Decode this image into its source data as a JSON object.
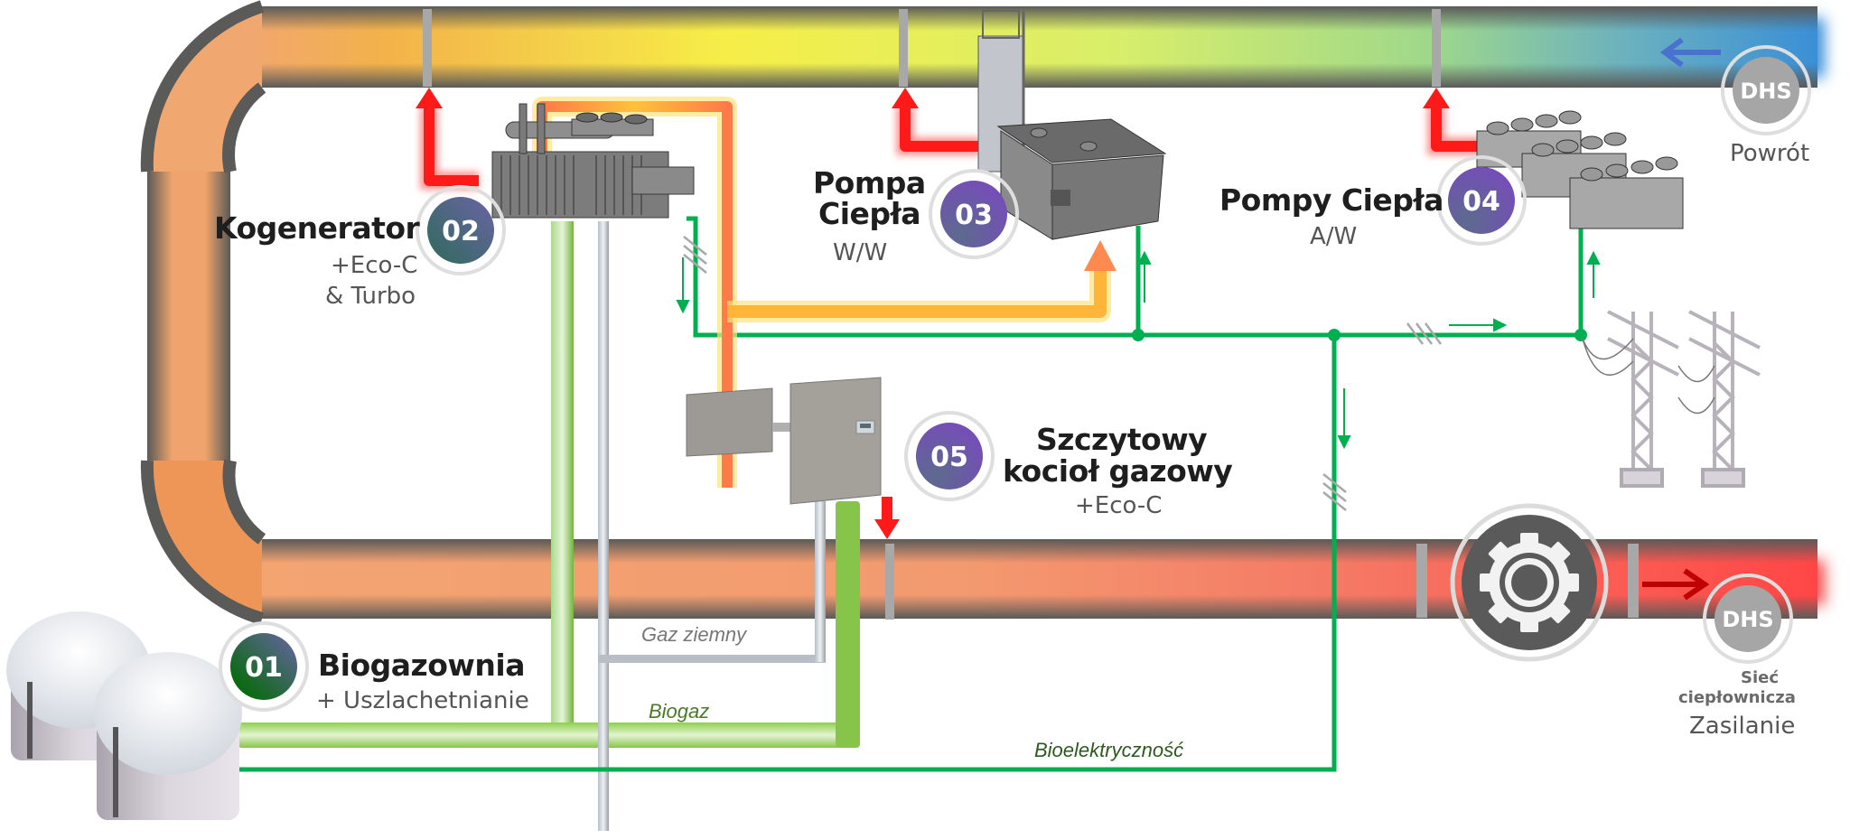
{
  "nodes": [
    {
      "id": "01",
      "title": "Biogazownia",
      "subtitle": "+ Uszlachetnianie"
    },
    {
      "id": "02",
      "title": "Kogenerator",
      "subtitle_line1": "+Eco-C",
      "subtitle_line2": "& Turbo"
    },
    {
      "id": "03",
      "title_line1": "Pompa",
      "title_line2": "Ciepła",
      "subtitle": "W/W"
    },
    {
      "id": "04",
      "title": "Pompy Ciepła",
      "subtitle": "A/W"
    },
    {
      "id": "05",
      "title_line1": "Szczytowy",
      "title_line2": "kocioł gazowy",
      "subtitle": "+Eco-C"
    }
  ],
  "dhs_return": {
    "badge": "DHS",
    "label": "Powrót"
  },
  "dhs_supply": {
    "badge": "DHS",
    "label_line1": "Sieć",
    "label_line2": "ciepłownicza",
    "label_line3": "Zasilanie"
  },
  "flows": {
    "natural_gas": "Gaz ziemny",
    "biogas": "Biogaz",
    "bioelectricity": "Bioelektryczność"
  },
  "icons": {
    "pump_station": "gear-icon",
    "return_arrow": "arrow-left-icon",
    "supply_arrow": "arrow-right-icon"
  },
  "colors": {
    "pipe_shell": "#5a5a58",
    "return_pipe_blue": "#3a8fd6",
    "return_pipe_yellow": "#f2ee4a",
    "supply_pipe_orange": "#f3a471",
    "supply_pipe_red": "#ff4848",
    "electric_line": "#00b050",
    "biogas_pipe": "#8ac64e",
    "gas_pipe": "#c8ccd0",
    "hot_flow": "#ff1a1a",
    "badge_purple": "#6a4fb0",
    "badge_green": "#0f6a1f"
  }
}
